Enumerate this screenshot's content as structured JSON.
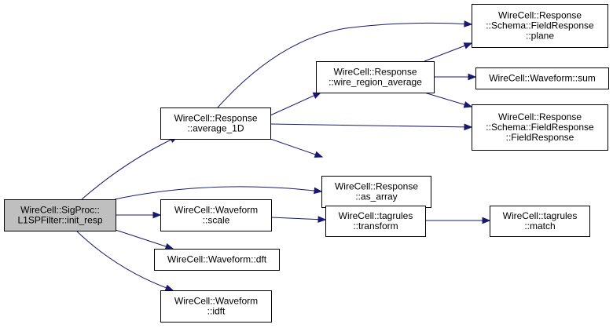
{
  "graph": {
    "nodes": [
      {
        "id": "init_resp",
        "lines": [
          "WireCell::SigProc::",
          "L1SPFilter::init_resp"
        ],
        "root": true
      },
      {
        "id": "average_1D",
        "lines": [
          "WireCell::Response",
          "::average_1D"
        ]
      },
      {
        "id": "as_array",
        "lines": [
          "WireCell::Response",
          "::as_array"
        ]
      },
      {
        "id": "waveform_scale",
        "lines": [
          "WireCell::Waveform",
          "::scale"
        ]
      },
      {
        "id": "waveform_dft",
        "lines": [
          "WireCell::Waveform::dft"
        ]
      },
      {
        "id": "waveform_idft",
        "lines": [
          "WireCell::Waveform",
          "::idft"
        ]
      },
      {
        "id": "wire_region_average",
        "lines": [
          "WireCell::Response",
          "::wire_region_average"
        ]
      },
      {
        "id": "fr_plane",
        "lines": [
          "WireCell::Response",
          "::Schema::FieldResponse",
          "::plane"
        ]
      },
      {
        "id": "fr_ctor",
        "lines": [
          "WireCell::Response",
          "::Schema::FieldResponse",
          "::FieldResponse"
        ]
      },
      {
        "id": "waveform_sum",
        "lines": [
          "WireCell::Waveform::sum"
        ]
      },
      {
        "id": "tagrules_transform",
        "lines": [
          "WireCell::tagrules",
          "::transform"
        ]
      },
      {
        "id": "tagrules_match",
        "lines": [
          "WireCell::tagrules",
          "::match"
        ]
      }
    ],
    "edges": [
      {
        "from": "init_resp",
        "to": "average_1D"
      },
      {
        "from": "init_resp",
        "to": "as_array"
      },
      {
        "from": "init_resp",
        "to": "waveform_scale"
      },
      {
        "from": "init_resp",
        "to": "waveform_dft"
      },
      {
        "from": "init_resp",
        "to": "waveform_idft"
      },
      {
        "from": "average_1D",
        "to": "fr_plane"
      },
      {
        "from": "average_1D",
        "to": "wire_region_average"
      },
      {
        "from": "average_1D",
        "to": "fr_ctor"
      },
      {
        "from": "average_1D",
        "to": "as_array"
      },
      {
        "from": "wire_region_average",
        "to": "fr_plane"
      },
      {
        "from": "wire_region_average",
        "to": "waveform_sum"
      },
      {
        "from": "wire_region_average",
        "to": "fr_ctor"
      },
      {
        "from": "waveform_scale",
        "to": "tagrules_transform"
      },
      {
        "from": "tagrules_transform",
        "to": "tagrules_match"
      }
    ]
  }
}
